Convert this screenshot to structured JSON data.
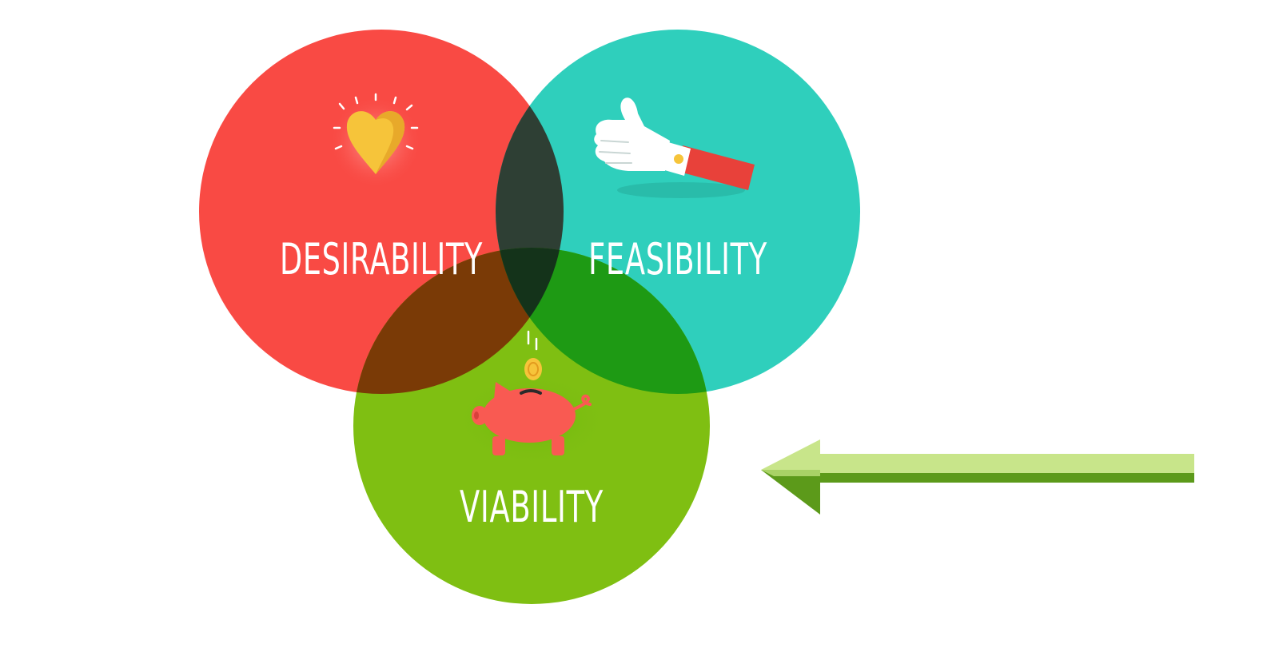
{
  "diagram": {
    "type": "venn-3",
    "circles": [
      {
        "id": "desirability",
        "label": "DESIRABILITY",
        "color": "#F94A44",
        "icon": "glowing-heart-icon"
      },
      {
        "id": "feasibility",
        "label": "FEASIBILITY",
        "color": "#2FCFBC",
        "icon": "thumbs-up-hand-icon"
      },
      {
        "id": "viability",
        "label": "VIABILITY",
        "color": "#7FBF12",
        "icon": "piggy-bank-coin-icon"
      }
    ],
    "overlap_colors": {
      "desirability_feasibility": "#2E3F34",
      "desirability_viability": "#7A3A06",
      "feasibility_viability": "#1E9A14",
      "center": "#14331A"
    },
    "pointer": {
      "icon": "arrow-left-icon",
      "points_to": "viability",
      "color_light": "#C8E58A",
      "color_dark": "#5C9A1A"
    }
  }
}
